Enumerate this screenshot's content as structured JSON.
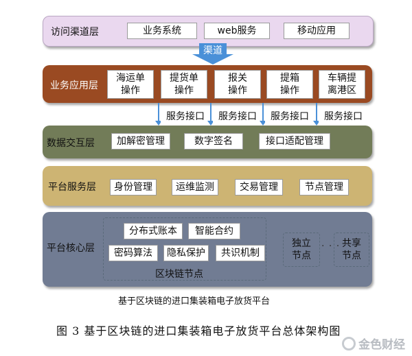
{
  "access_layer": {
    "label": "访问渠道层",
    "items": [
      "业务系统",
      "web服务",
      "移动应用"
    ]
  },
  "channel_arrow": {
    "label": "渠道"
  },
  "business_layer": {
    "label": "业务应用层",
    "items": [
      "海运单\n操作",
      "提货单\n操作",
      "报关\n操作",
      "提箱\n操作",
      "车辆提\n离港区"
    ]
  },
  "service_interfaces": [
    "服务接口",
    "服务接口",
    "服务接口",
    "服务接口"
  ],
  "data_layer": {
    "label": "数据交互层",
    "items": [
      "加解密管理",
      "数字签名",
      "接口适配管理"
    ]
  },
  "platform_service_layer": {
    "label": "平台服务层",
    "items": [
      "身份管理",
      "运维监测",
      "交易管理",
      "节点管理"
    ]
  },
  "core_layer": {
    "label": "平台核心层",
    "items": [
      "分布式账本",
      "智能合约",
      "密码算法",
      "隐私保护",
      "共识机制"
    ],
    "node_label": "区块链节点",
    "independent_node": "独立\n节点",
    "shared_node": "共享\n节点",
    "dots": "· · ·"
  },
  "caption": "基于区块链的进口集装箱电子放货平台",
  "figure_title": "图 3  基于区块链的进口集装箱电子放货平台总体架构图",
  "watermark": "金色财经",
  "colors": {
    "access": "#ead8ef",
    "channel": "#4a90d8",
    "business": "#9a4a22",
    "data": "#727c58",
    "platform_service": "#cdb473",
    "core": "#717c93"
  }
}
